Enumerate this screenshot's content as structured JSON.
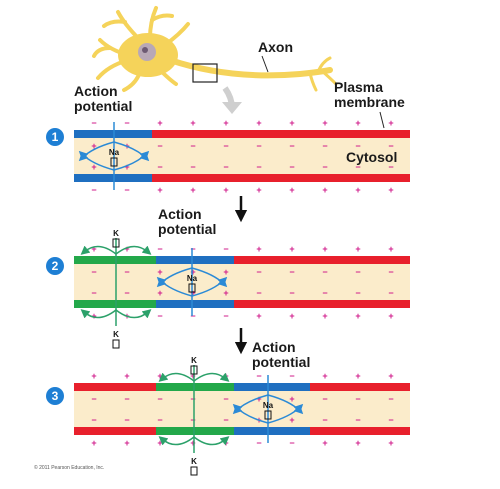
{
  "labels": {
    "axon": "Axon",
    "plasma_membrane": "Plasma membrane",
    "cytosol": "Cytosol",
    "action_potential": "Action potential",
    "na": "Na",
    "k": "K",
    "copyright": "© 2011 Pearson Education, Inc."
  },
  "steps": [
    "1",
    "2",
    "3"
  ],
  "charges": {
    "plus": "+",
    "minus": "−"
  },
  "colors": {
    "membrane_red": "#e8202c",
    "depolarized_blue": "#1f6fc0",
    "repolarizing_green": "#23a84a",
    "cytosol_fill": "#fbeccb",
    "ion_arrow": "#2b8ad6",
    "k_arrow": "#2ca16a",
    "badge": "#1e7fd4",
    "charge_magenta": "#d01c8b",
    "neuron_yellow": "#f5d35a"
  }
}
